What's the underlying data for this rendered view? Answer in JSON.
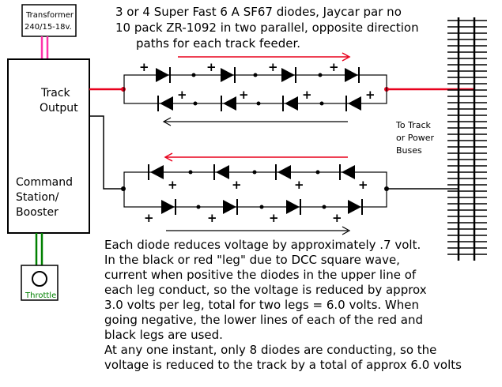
{
  "transformer": {
    "line1": "Transformer",
    "line2": "240/15-18v."
  },
  "header_note": [
    "3 or 4 Super Fast 6 A SF67 diodes, Jaycar par no",
    "10 pack ZR-1092 in two parallel, opposite direction",
    "paths for each track feeder."
  ],
  "station": {
    "output_line1": "Track",
    "output_line2": "Output",
    "name_line1": "Command",
    "name_line2": "Station/",
    "name_line3": "Booster"
  },
  "throttle": {
    "label": "Throttle"
  },
  "buses_label": [
    "To Track",
    "or Power",
    "Buses"
  ],
  "plus_sign": "+",
  "body_note": [
    "Each diode reduces voltage by approximately .7 volt.",
    "In the black or red \"leg\" due to DCC square wave,",
    "current when positive the diodes in the upper line of",
    "each leg conduct, so the voltage is reduced by approx",
    "3.0 volts per leg, total for two legs = 6.0 volts. When",
    "going negative, the lower lines of each of the red and",
    "black legs are used.",
    "At any one instant, only 8 diodes are conducting, so the",
    "voltage is reduced to the track by a total of approx 6.0 volts"
  ],
  "colors": {
    "red_leg": "#e8001c",
    "black_leg": "#000000",
    "transformer_wire": "#ff33aa",
    "throttle_wire": "#008000",
    "throttle_text": "#008000"
  }
}
